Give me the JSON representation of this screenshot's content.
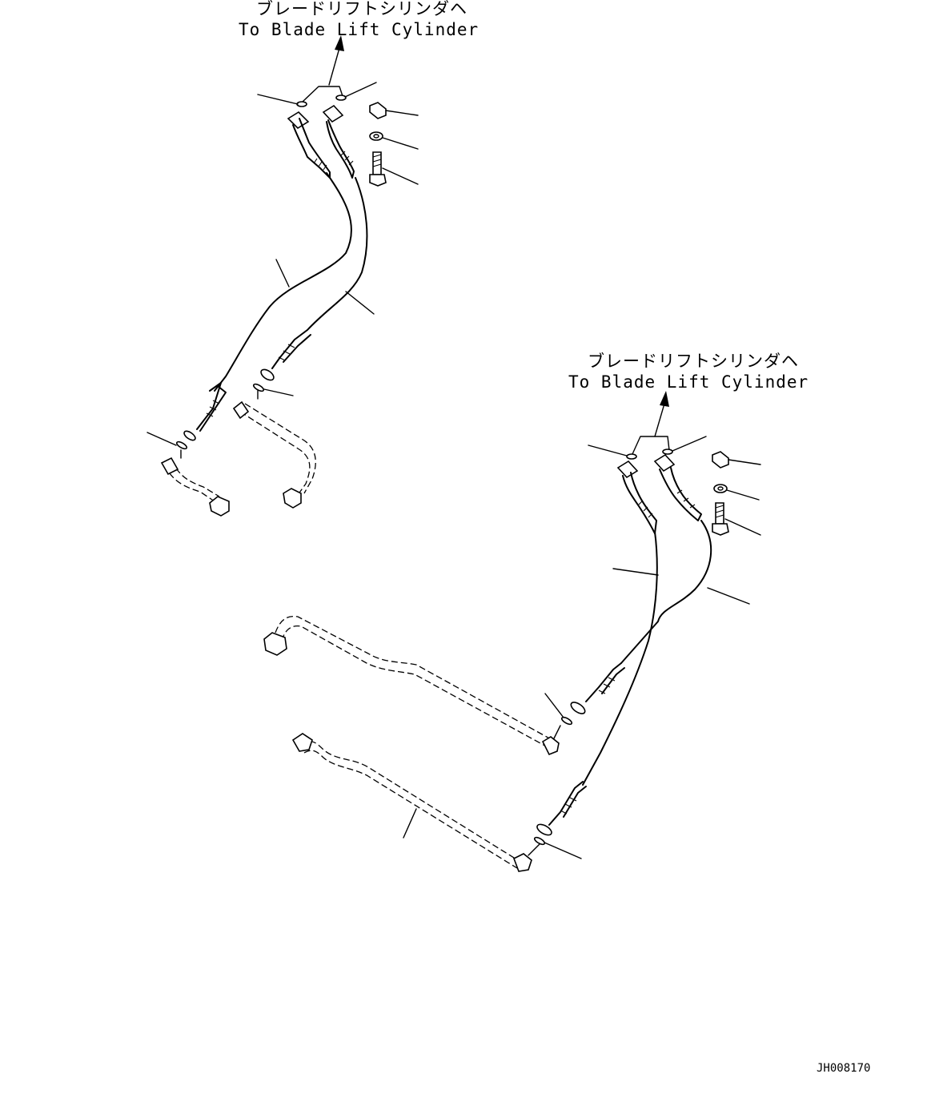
{
  "upper_group": {
    "label_ja": "ブレードリフトシリンダヘ",
    "label_en": "To Blade Lift Cylinder"
  },
  "lower_group": {
    "label_ja": "ブレードリフトシリンダヘ",
    "label_en": "To Blade Lift Cylinder"
  },
  "drawing_id": "JH008170"
}
